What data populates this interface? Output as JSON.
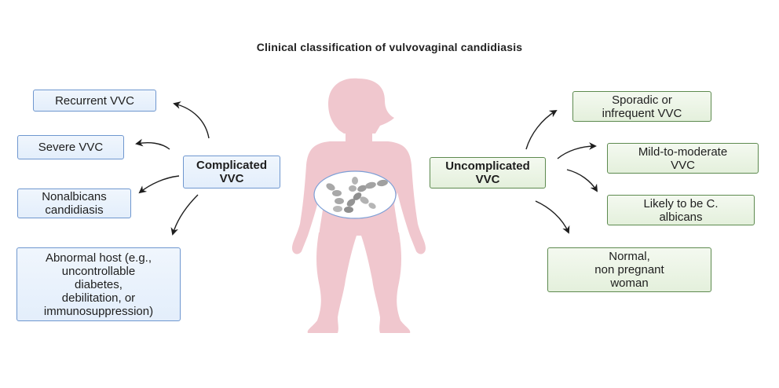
{
  "title": "Clinical classification of vulvovaginal candidiasis",
  "colors": {
    "complicated_fill": "#e8f1fc",
    "complicated_border": "#6f97cf",
    "uncomplicated_fill": "#e9f3e3",
    "uncomplicated_border": "#5d8a4f",
    "body_silhouette": "#f0c7ce",
    "arrow": "#1e1e1e"
  },
  "complicated": {
    "label": "Complicated\nVVC",
    "items": [
      "Recurrent VVC",
      "Severe VVC",
      "Nonalbicans\ncandidiasis",
      "Abnormal host (e.g.,\nuncontrollable\ndiabetes,\ndebilitation, or\nimmunosuppression)"
    ]
  },
  "uncomplicated": {
    "label": "Uncomplicated\nVVC",
    "items": [
      "Sporadic or\ninfrequent VVC",
      "Mild-to-moderate\nVVC",
      "Likely to be C.\nalbicans",
      "Normal,\nnon pregnant\nwoman"
    ]
  },
  "illustration": {
    "figure": "female-body-silhouette",
    "inset": "candida-yeast-cells"
  }
}
